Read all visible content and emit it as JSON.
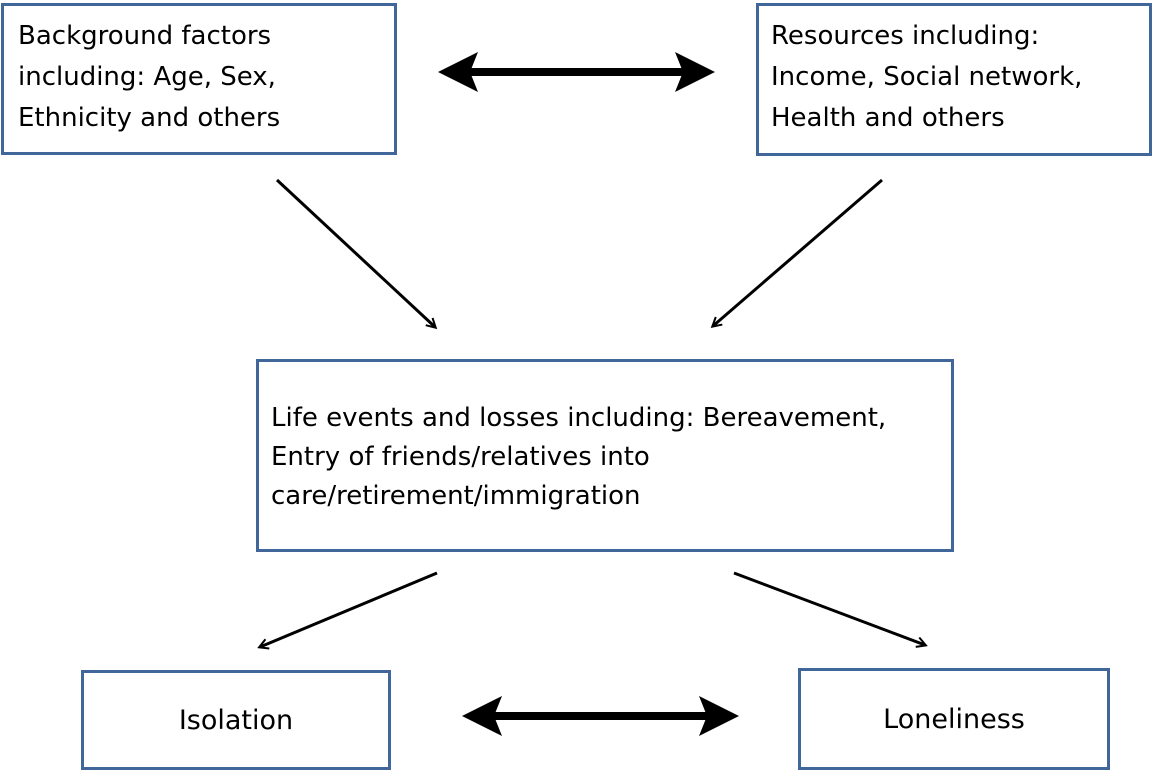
{
  "nodes": {
    "background": {
      "lines": [
        "Background factors",
        "including: Age, Sex,",
        "Ethnicity and others"
      ]
    },
    "resources": {
      "lines": [
        "Resources including:",
        "Income, Social network,",
        "Health and others"
      ]
    },
    "life_events": {
      "lines": [
        "Life events and losses including: Bereavement,",
        "Entry of friends/relatives into",
        "care/retirement/immigration"
      ]
    },
    "isolation": {
      "label": "Isolation"
    },
    "loneliness": {
      "label": "Loneliness"
    }
  },
  "edges": [
    {
      "from": "background",
      "to": "resources",
      "type": "bidirectional"
    },
    {
      "from": "background",
      "to": "life_events",
      "type": "directed"
    },
    {
      "from": "resources",
      "to": "life_events",
      "type": "directed"
    },
    {
      "from": "life_events",
      "to": "isolation",
      "type": "directed"
    },
    {
      "from": "life_events",
      "to": "loneliness",
      "type": "directed"
    },
    {
      "from": "isolation",
      "to": "loneliness",
      "type": "bidirectional"
    }
  ],
  "colors": {
    "box_border": "#41679a",
    "arrow": "#000000"
  }
}
